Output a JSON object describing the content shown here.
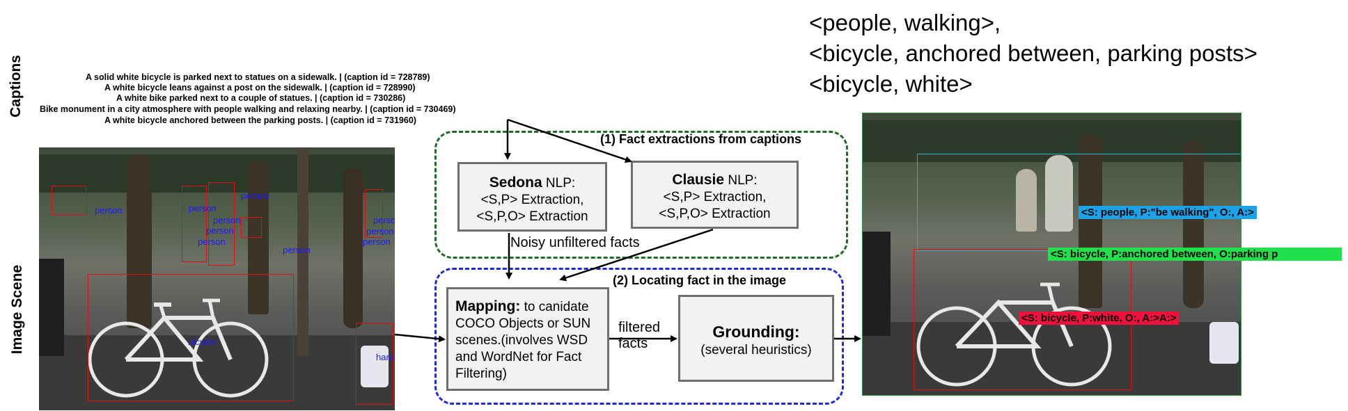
{
  "side_labels": {
    "captions": "Captions",
    "image_scene": "Image Scene"
  },
  "captions": [
    "A solid white bicycle is parked next to statues on a sidewalk. |   (caption id = 728789)",
    "A white bicycle leans against a post on the sidewalk. |   (caption id = 728990)",
    "A white bike parked next to a  couple of statues. |   (caption id = 730286)",
    "Bike monument in a city atmosphere with people walking and relaxing nearby. |   (caption id = 730469)",
    "A white bicycle anchored between the parking posts. |   (caption id = 731960)"
  ],
  "detections": {
    "person_labels": [
      "person",
      "person",
      "person",
      "person",
      "person",
      "person",
      "person",
      "person",
      "person",
      "person"
    ],
    "bicycle": "bicycle",
    "handbag": "handbag"
  },
  "region1": {
    "title": "(1) Fact extractions from captions",
    "color": "#1e6b2a"
  },
  "region2": {
    "title": "(2) Locating fact in the image",
    "color": "#1f2bd9"
  },
  "sedona": {
    "name": "Sedona",
    "suffix": " NLP:",
    "line1": "<S,P> Extraction,",
    "line2": "<S,P,O> Extraction"
  },
  "clausie": {
    "name": "Clausie",
    "suffix": " NLP:",
    "line1": "<S,P> Extraction,",
    "line2": "<S,P,O> Extraction"
  },
  "noisy_label": "Noisy unfiltered facts",
  "mapping": {
    "title": "Mapping:",
    "text": " to canidate COCO Objects or SUN scenes.(involves WSD and WordNet for Fact Filtering)"
  },
  "filtered_label": {
    "line1": "filtered",
    "line2": "facts"
  },
  "grounding": {
    "title": "Grounding:",
    "text": "(several heuristics)"
  },
  "facts": [
    "<people, walking>,",
    "<bicycle, anchored between, parking posts>",
    "<bicycle, white>"
  ],
  "grounded_tags": [
    {
      "text": "<S: people, P:\"be walking\", O:, A:>",
      "color": "#1aa3e8"
    },
    {
      "text": "<S: bicycle, P:anchored between, O:parking p",
      "color": "#22e04a"
    },
    {
      "text": "<S: bicycle, P:white, O:, A:>A:>",
      "color": "#f0103c"
    }
  ]
}
